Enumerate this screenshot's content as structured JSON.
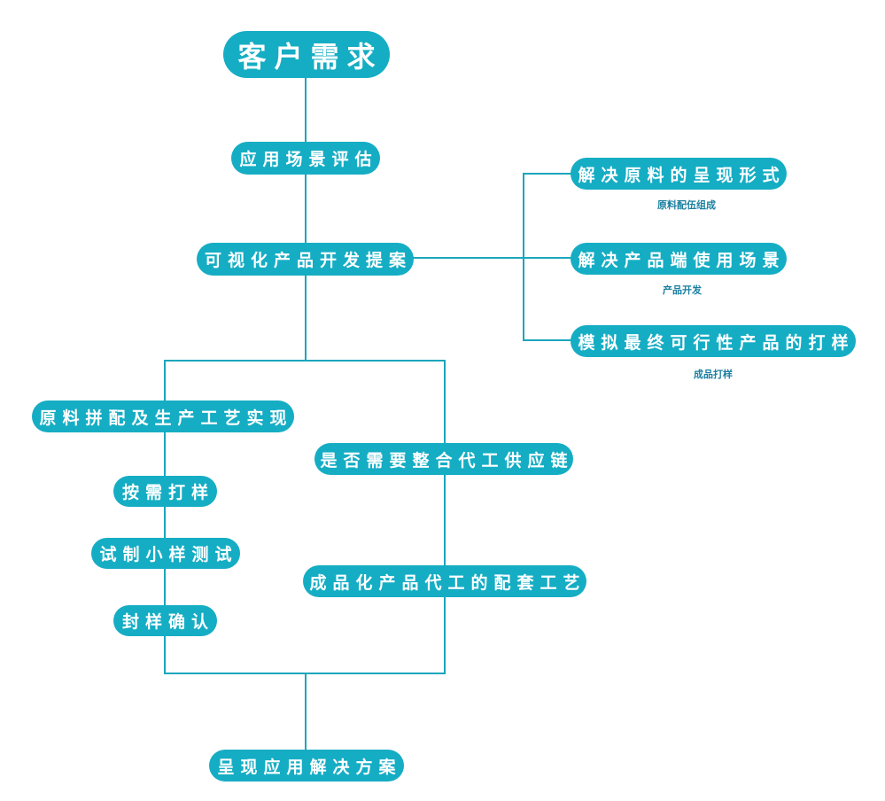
{
  "colors": {
    "node_fill": "#15adc4",
    "node_text": "#ffffff",
    "connector": "#1aa6bd",
    "subtitle_text": "#1a7fa0",
    "background": "#ffffff"
  },
  "flow": {
    "root": "客户需求",
    "step1": "应用场景评估",
    "step2": "可视化产品开发提案",
    "branches_right": [
      {
        "label": "解决原料的呈现形式",
        "subtitle": "原料配伍组成"
      },
      {
        "label": "解决产品端使用场景",
        "subtitle": "产品开发"
      },
      {
        "label": "模拟最终可行性产品的打样",
        "subtitle": "成品打样"
      }
    ],
    "left_track": [
      "原料拼配及生产工艺实现",
      "按需打样",
      "试制小样测试",
      "封样确认"
    ],
    "right_track": [
      "是否需要整合代工供应链",
      "成品化产品代工的配套工艺"
    ],
    "result": "呈现应用解决方案"
  }
}
